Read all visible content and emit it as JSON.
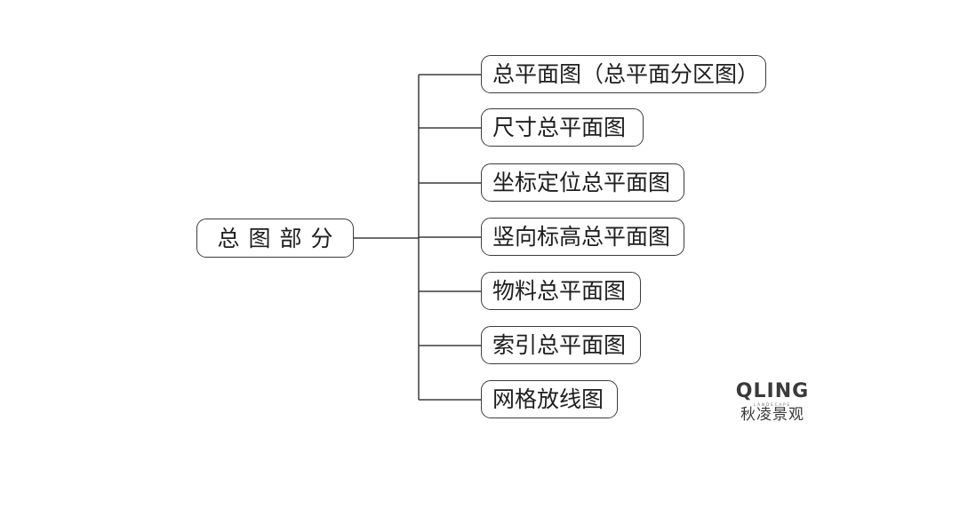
{
  "diagram": {
    "root": {
      "label": "总图部分"
    },
    "children": [
      {
        "label": "总平面图（总平面分区图）"
      },
      {
        "label": "尺寸总平面图"
      },
      {
        "label": "坐标定位总平面图"
      },
      {
        "label": "竖向标高总平面图"
      },
      {
        "label": "物料总平面图"
      },
      {
        "label": "索引总平面图"
      },
      {
        "label": "网格放线图"
      }
    ]
  },
  "logo": {
    "mark": "QLING",
    "subtitle": "LANDSCAPE",
    "name_cn": "秋凌景观"
  },
  "colors": {
    "line": "#3c3c3c",
    "text": "#1e1e1e",
    "background": "#ffffff"
  }
}
